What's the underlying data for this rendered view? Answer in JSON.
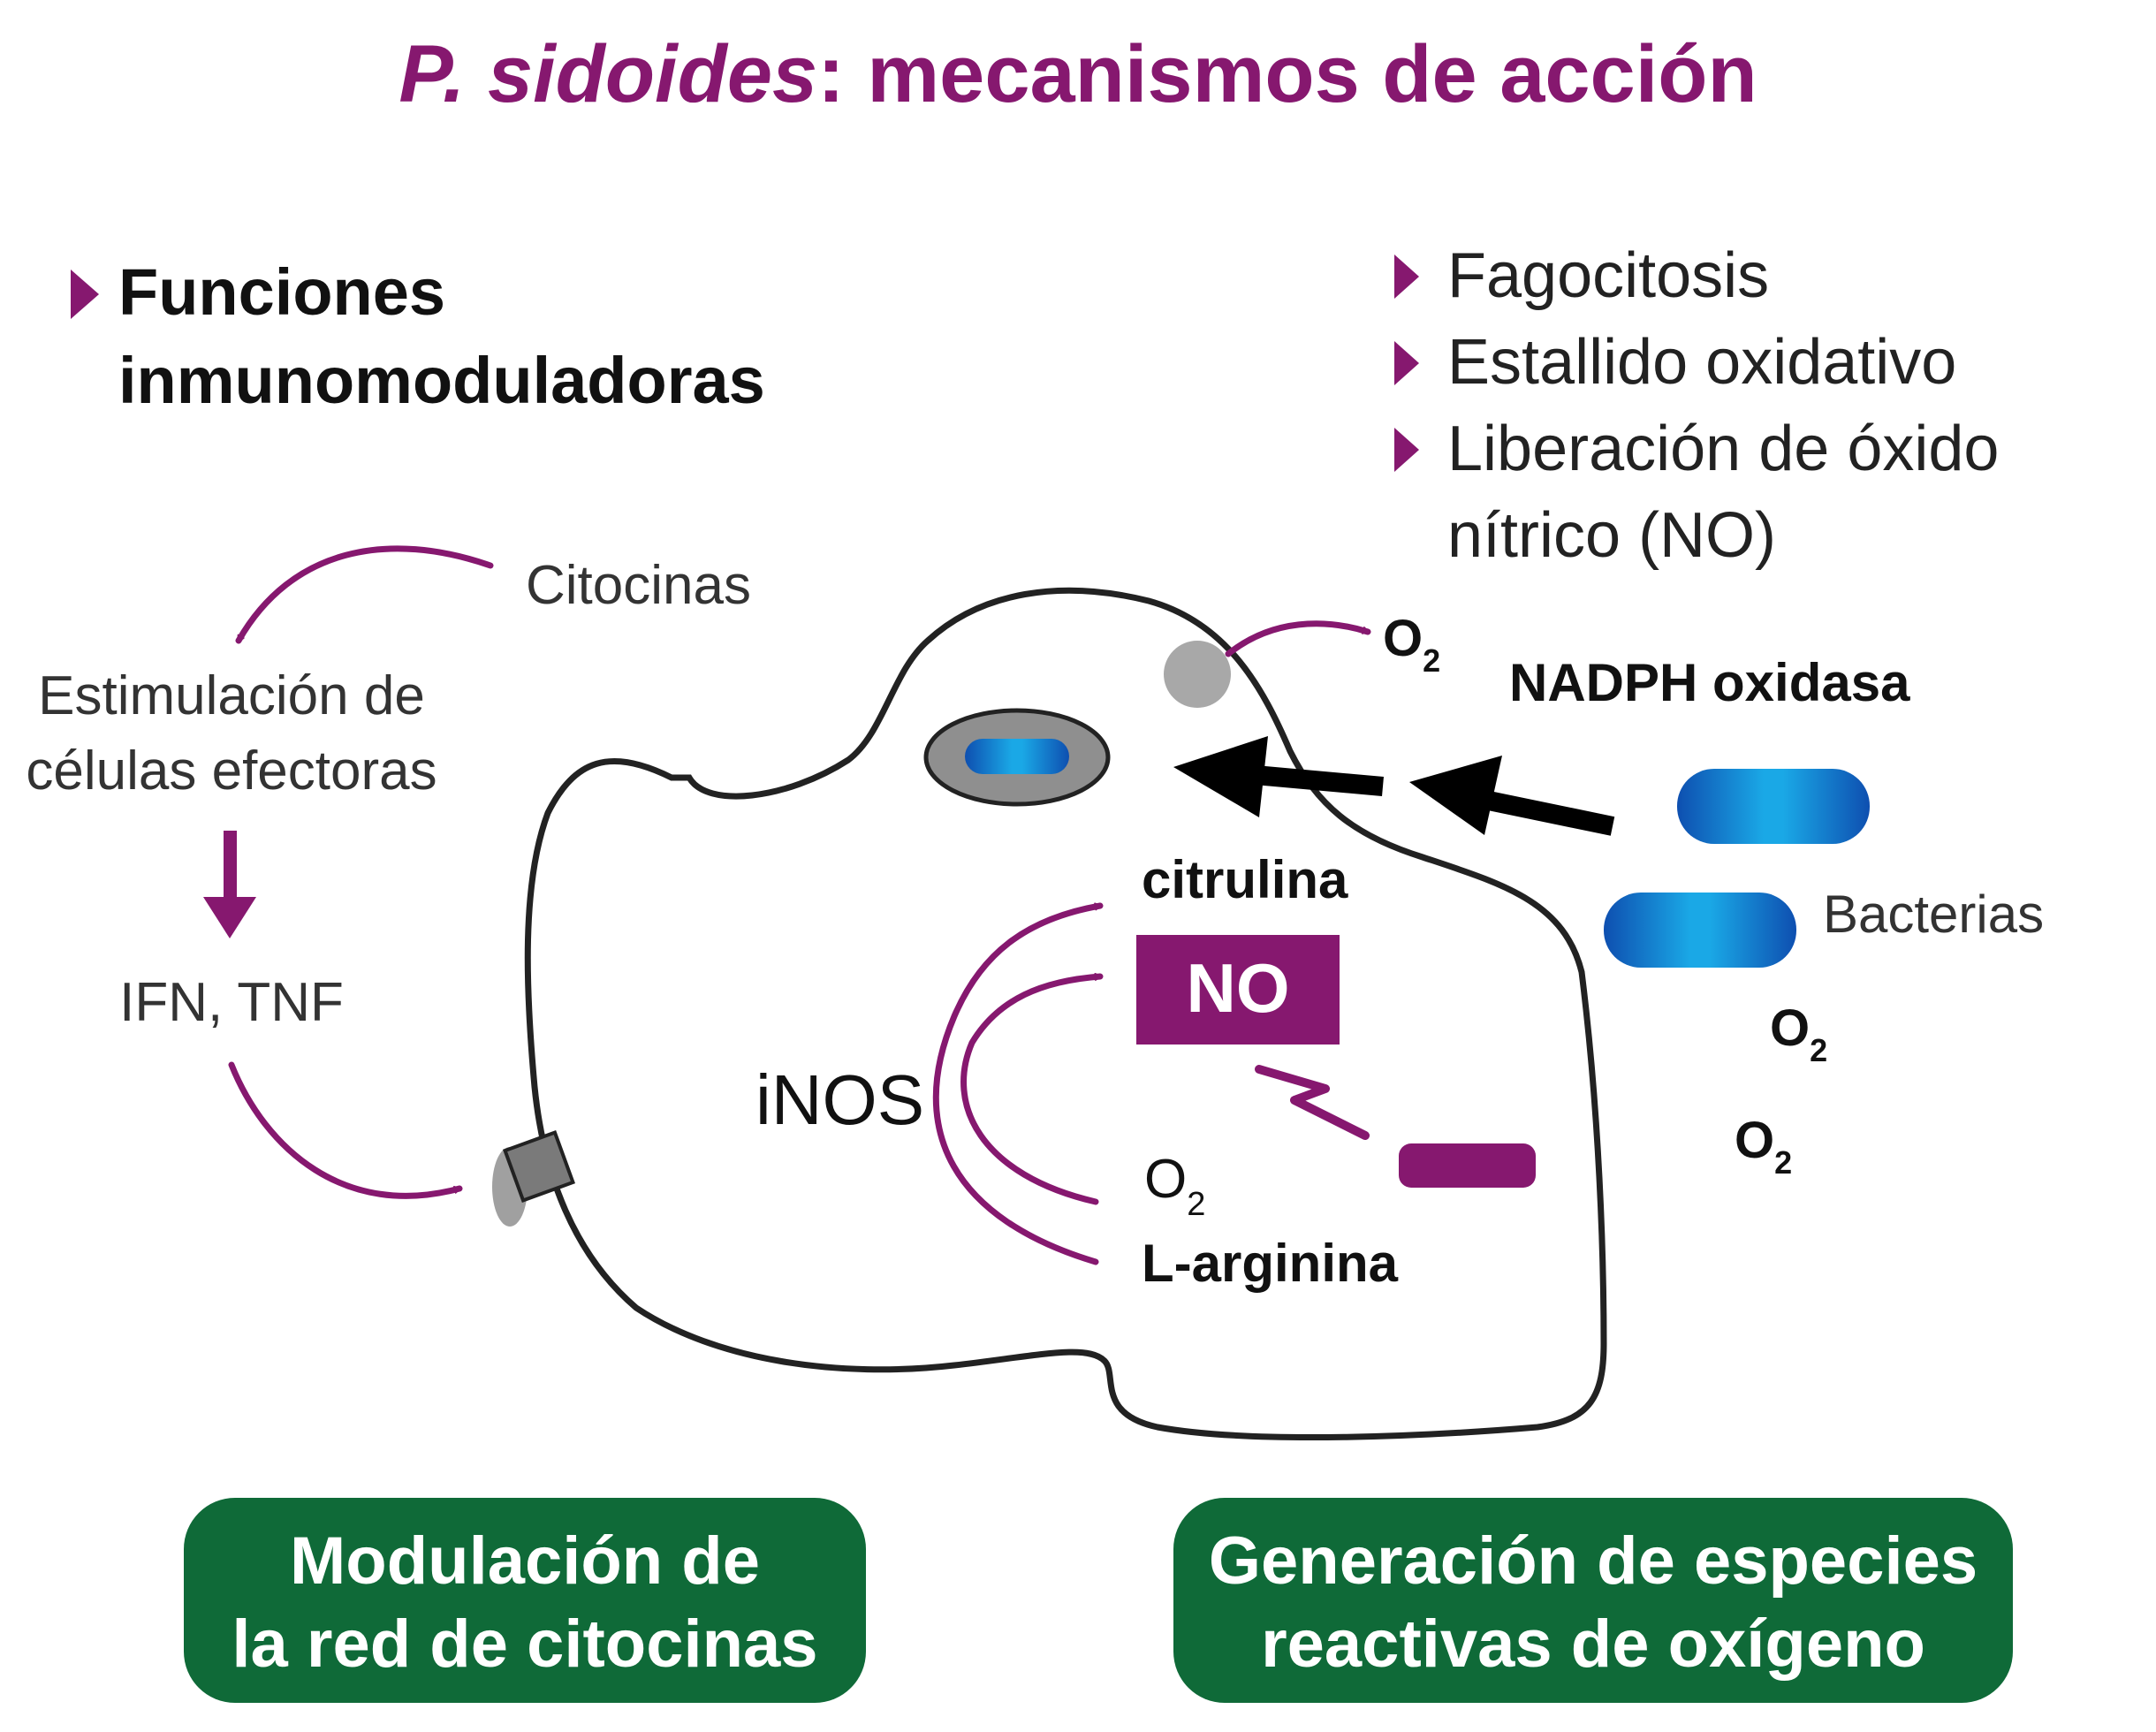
{
  "title": {
    "italic_part": "P. sidoides",
    "rest": ": mecanismos de acción"
  },
  "left_heading": {
    "line1": "Funciones",
    "line2": "inmunomoduladoras"
  },
  "right_list": {
    "items": [
      "Fagocitosis",
      "Estallido oxidativo",
      "Liberación de óxido"
    ],
    "continuation": "nítrico (NO)"
  },
  "left_flow": {
    "citocinas": "Citocinas",
    "stim_line1": "Estimulación de",
    "stim_line2": "células efectoras",
    "ifn_tnf": "IFN, TNF"
  },
  "cell": {
    "nadph_label": "NADPH oxidasa",
    "o2_top": "O",
    "o2_sub": "2",
    "citrulina": "citrulina",
    "no_label": "NO",
    "inos": "iNOS",
    "o2_inner": "O",
    "o2_inner_sub": "2",
    "l_arginina": "L-arginina"
  },
  "bacteria": {
    "label": "Bacterias",
    "o2_a": "O",
    "o2_a_sub": "2",
    "o2_b": "O",
    "o2_b_sub": "2"
  },
  "bottom_boxes": {
    "left_line1": "Modulación de",
    "left_line2": "la red de citocinas",
    "right_line1": "Generación de especies",
    "right_line2": "reactivas de oxígeno"
  },
  "colors": {
    "accent_purple": "#86186f",
    "dark_green": "#0f6a38",
    "bacteria_blue": "#1f73c8",
    "gray": "#9e9e9e"
  }
}
